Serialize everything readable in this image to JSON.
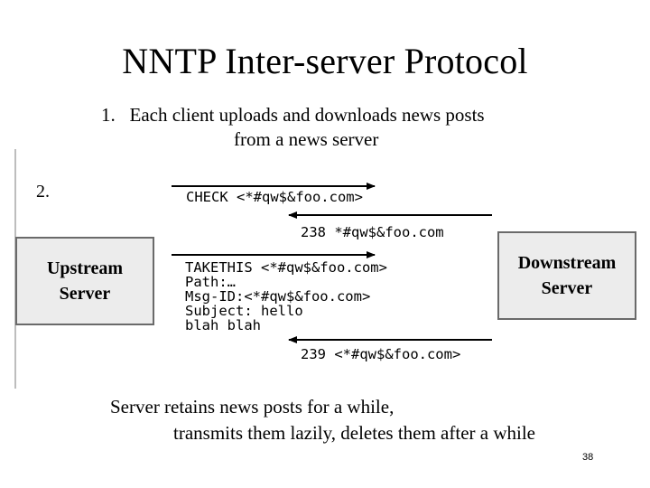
{
  "title": "NNTP Inter-server Protocol",
  "point1": {
    "number": "1.",
    "line1": "Each client uploads and downloads news posts",
    "line2": "from a news server"
  },
  "point2": {
    "number": "2."
  },
  "upstream_label": "Upstream\nServer",
  "downstream_label": "Downstream\nServer",
  "messages": {
    "check": "CHECK <*#qw$&foo.com>",
    "reply_238": "238 *#qw$&foo.com",
    "takethis_lines": [
      "TAKETHIS <*#qw$&foo.com>",
      "Path:…",
      "Msg-ID:<*#qw$&foo.com>",
      "Subject: hello",
      "blah blah"
    ],
    "reply_239": "239 <*#qw$&foo.com>"
  },
  "bottom": {
    "line1": "Server retains news posts for a while,",
    "line2": "transmits them lazily, deletes them after a while"
  },
  "page_number": "38"
}
